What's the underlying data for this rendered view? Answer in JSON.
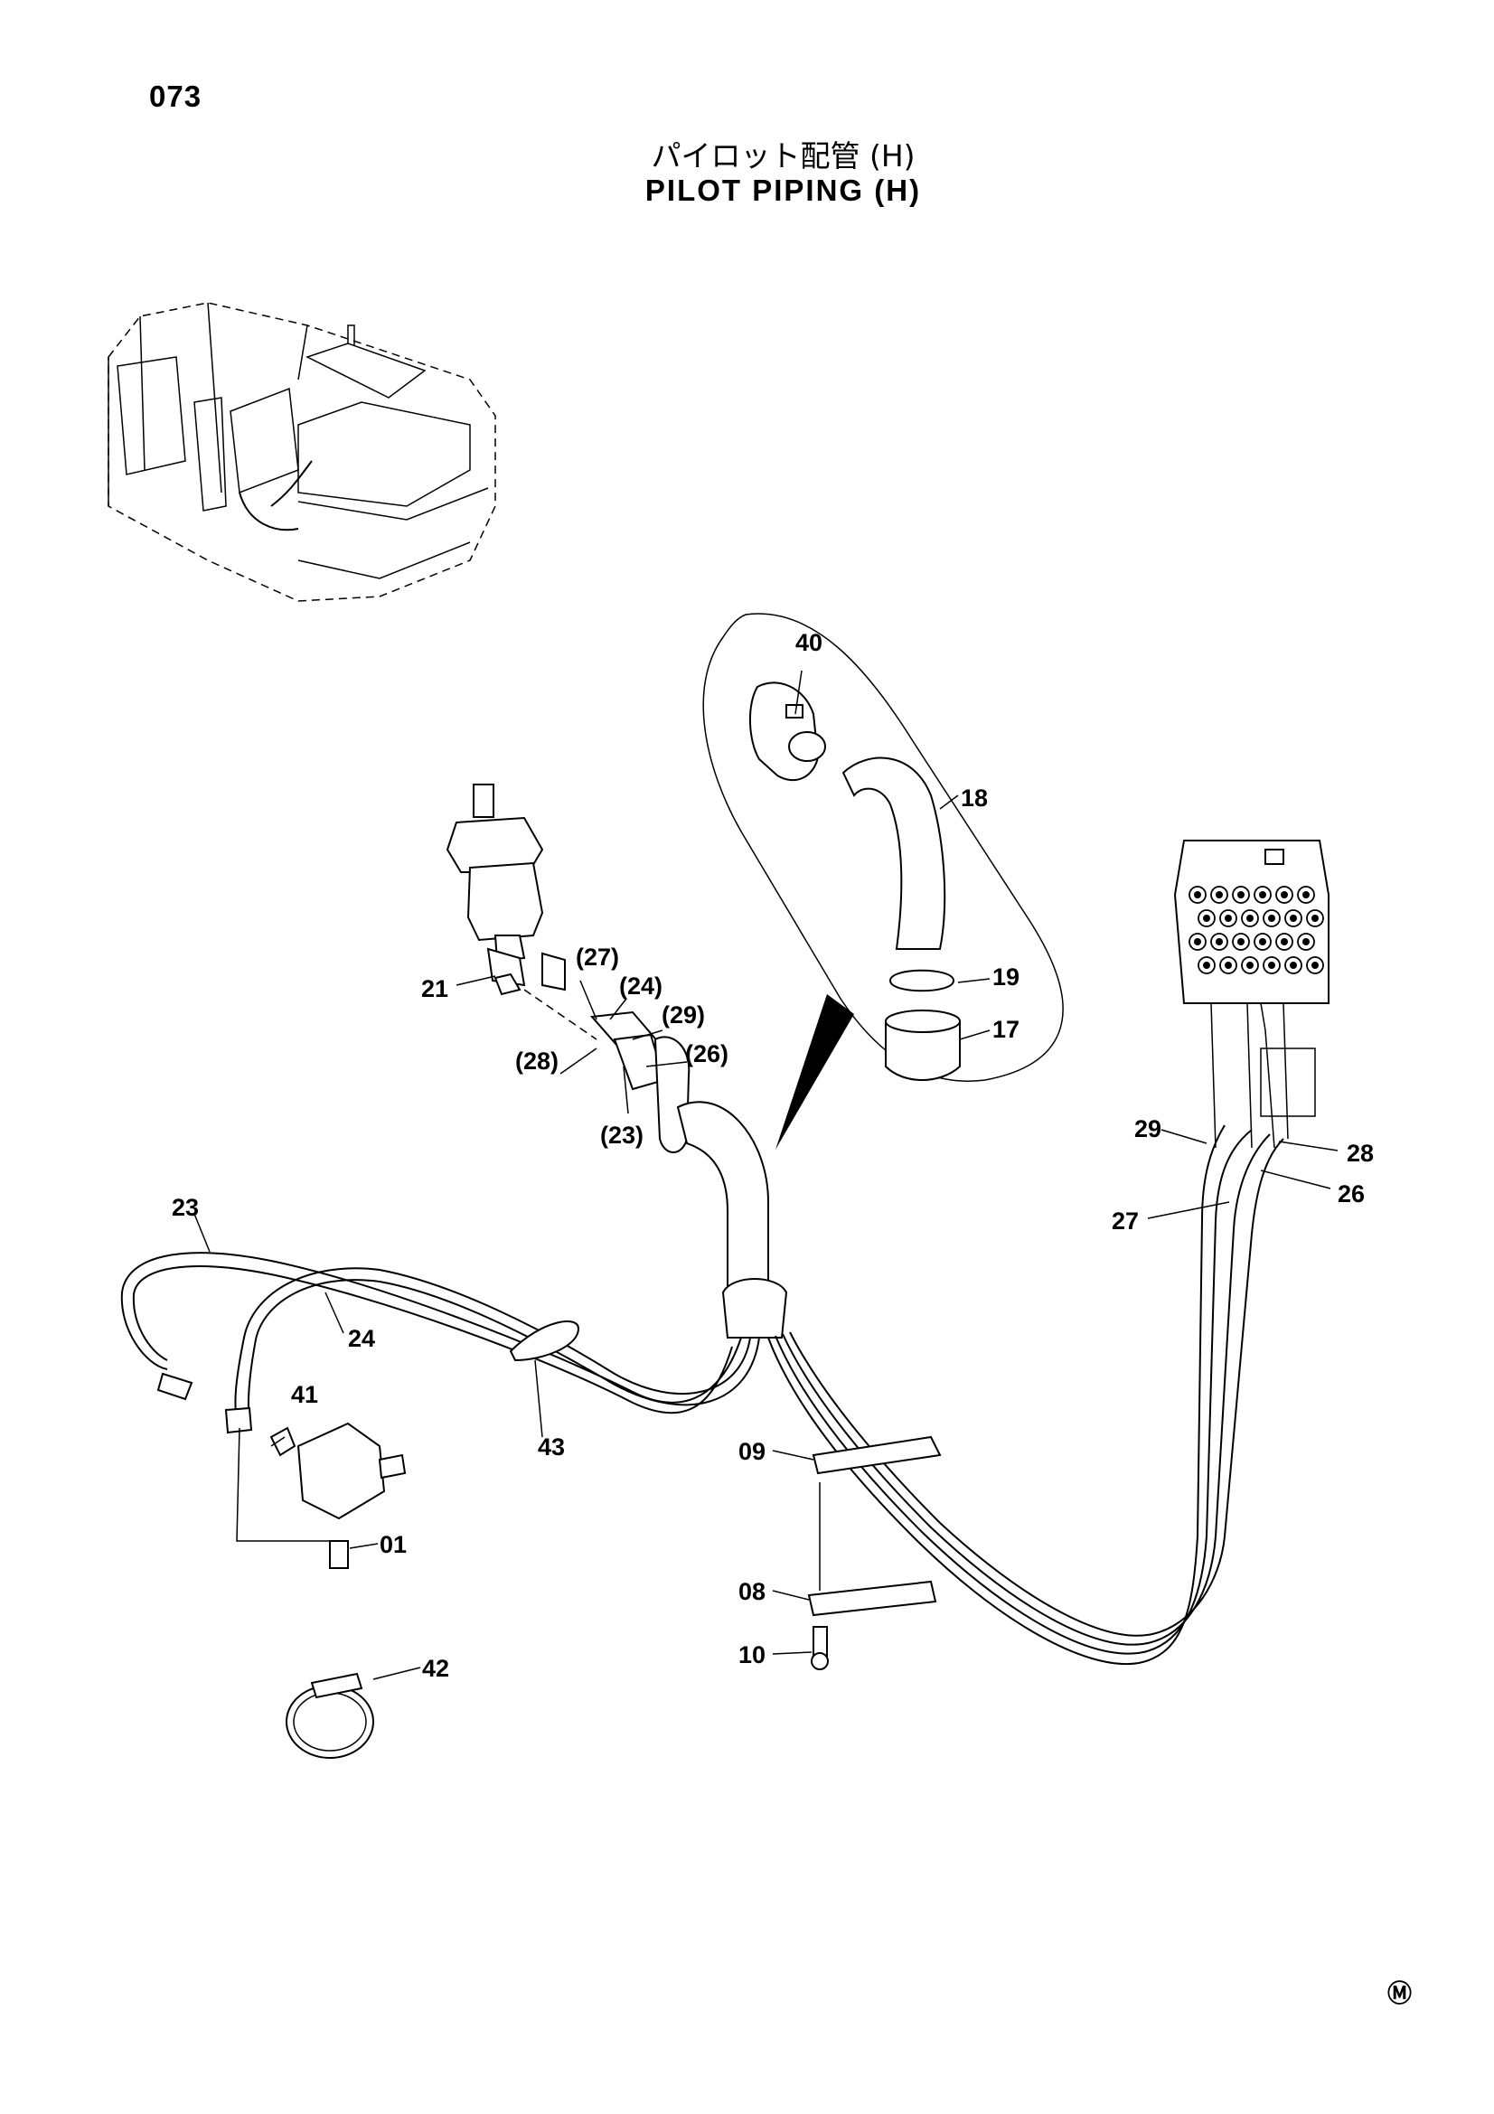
{
  "header": {
    "page_number": "073",
    "title_jp": "パイロット配管 (H)",
    "title_en": "PILOT PIPING (H)"
  },
  "callouts": {
    "c40": "40",
    "c18": "18",
    "c19": "19",
    "c17": "17",
    "c21": "21",
    "c27p": "(27)",
    "c24p": "(24)",
    "c29p": "(29)",
    "c26p": "(26)",
    "c28p": "(28)",
    "c23p": "(23)",
    "c29": "29",
    "c28": "28",
    "c26": "26",
    "c27": "27",
    "c23": "23",
    "c24": "24",
    "c41": "41",
    "c43": "43",
    "c09": "09",
    "c01": "01",
    "c08": "08",
    "c10": "10",
    "c42": "42"
  },
  "footer": {
    "mark": "Ⓜ"
  }
}
